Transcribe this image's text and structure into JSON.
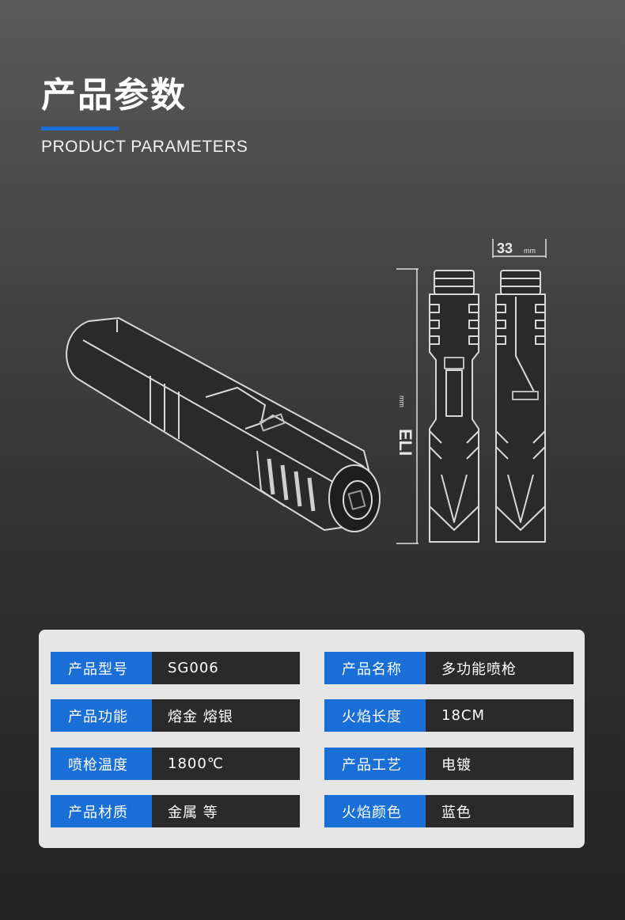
{
  "header": {
    "title": "产品参数",
    "subtitle": "PRODUCT PARAMETERS"
  },
  "illustration": {
    "width_label": "33",
    "width_unit": "mm",
    "height_label": "ELI",
    "height_unit": "mm",
    "icon": "torch-lighter-line-drawing"
  },
  "params": {
    "rows": [
      {
        "k1": "产品型号",
        "v1": "SG006",
        "k2": "产品名称",
        "v2": "多功能喷枪"
      },
      {
        "k1": "产品功能",
        "v1": "熔金 熔银",
        "k2": "火焰长度",
        "v2": "18CM"
      },
      {
        "k1": "喷枪温度",
        "v1": "1800℃",
        "k2": "产品工艺",
        "v2": "电镀"
      },
      {
        "k1": "产品材质",
        "v1": "金属 等",
        "k2": "火焰颜色",
        "v2": "蓝色"
      }
    ]
  },
  "colors": {
    "accent": "#1a6fd6",
    "value_bg": "#2a2a2a",
    "panel_bg": "#e6e6e6"
  }
}
